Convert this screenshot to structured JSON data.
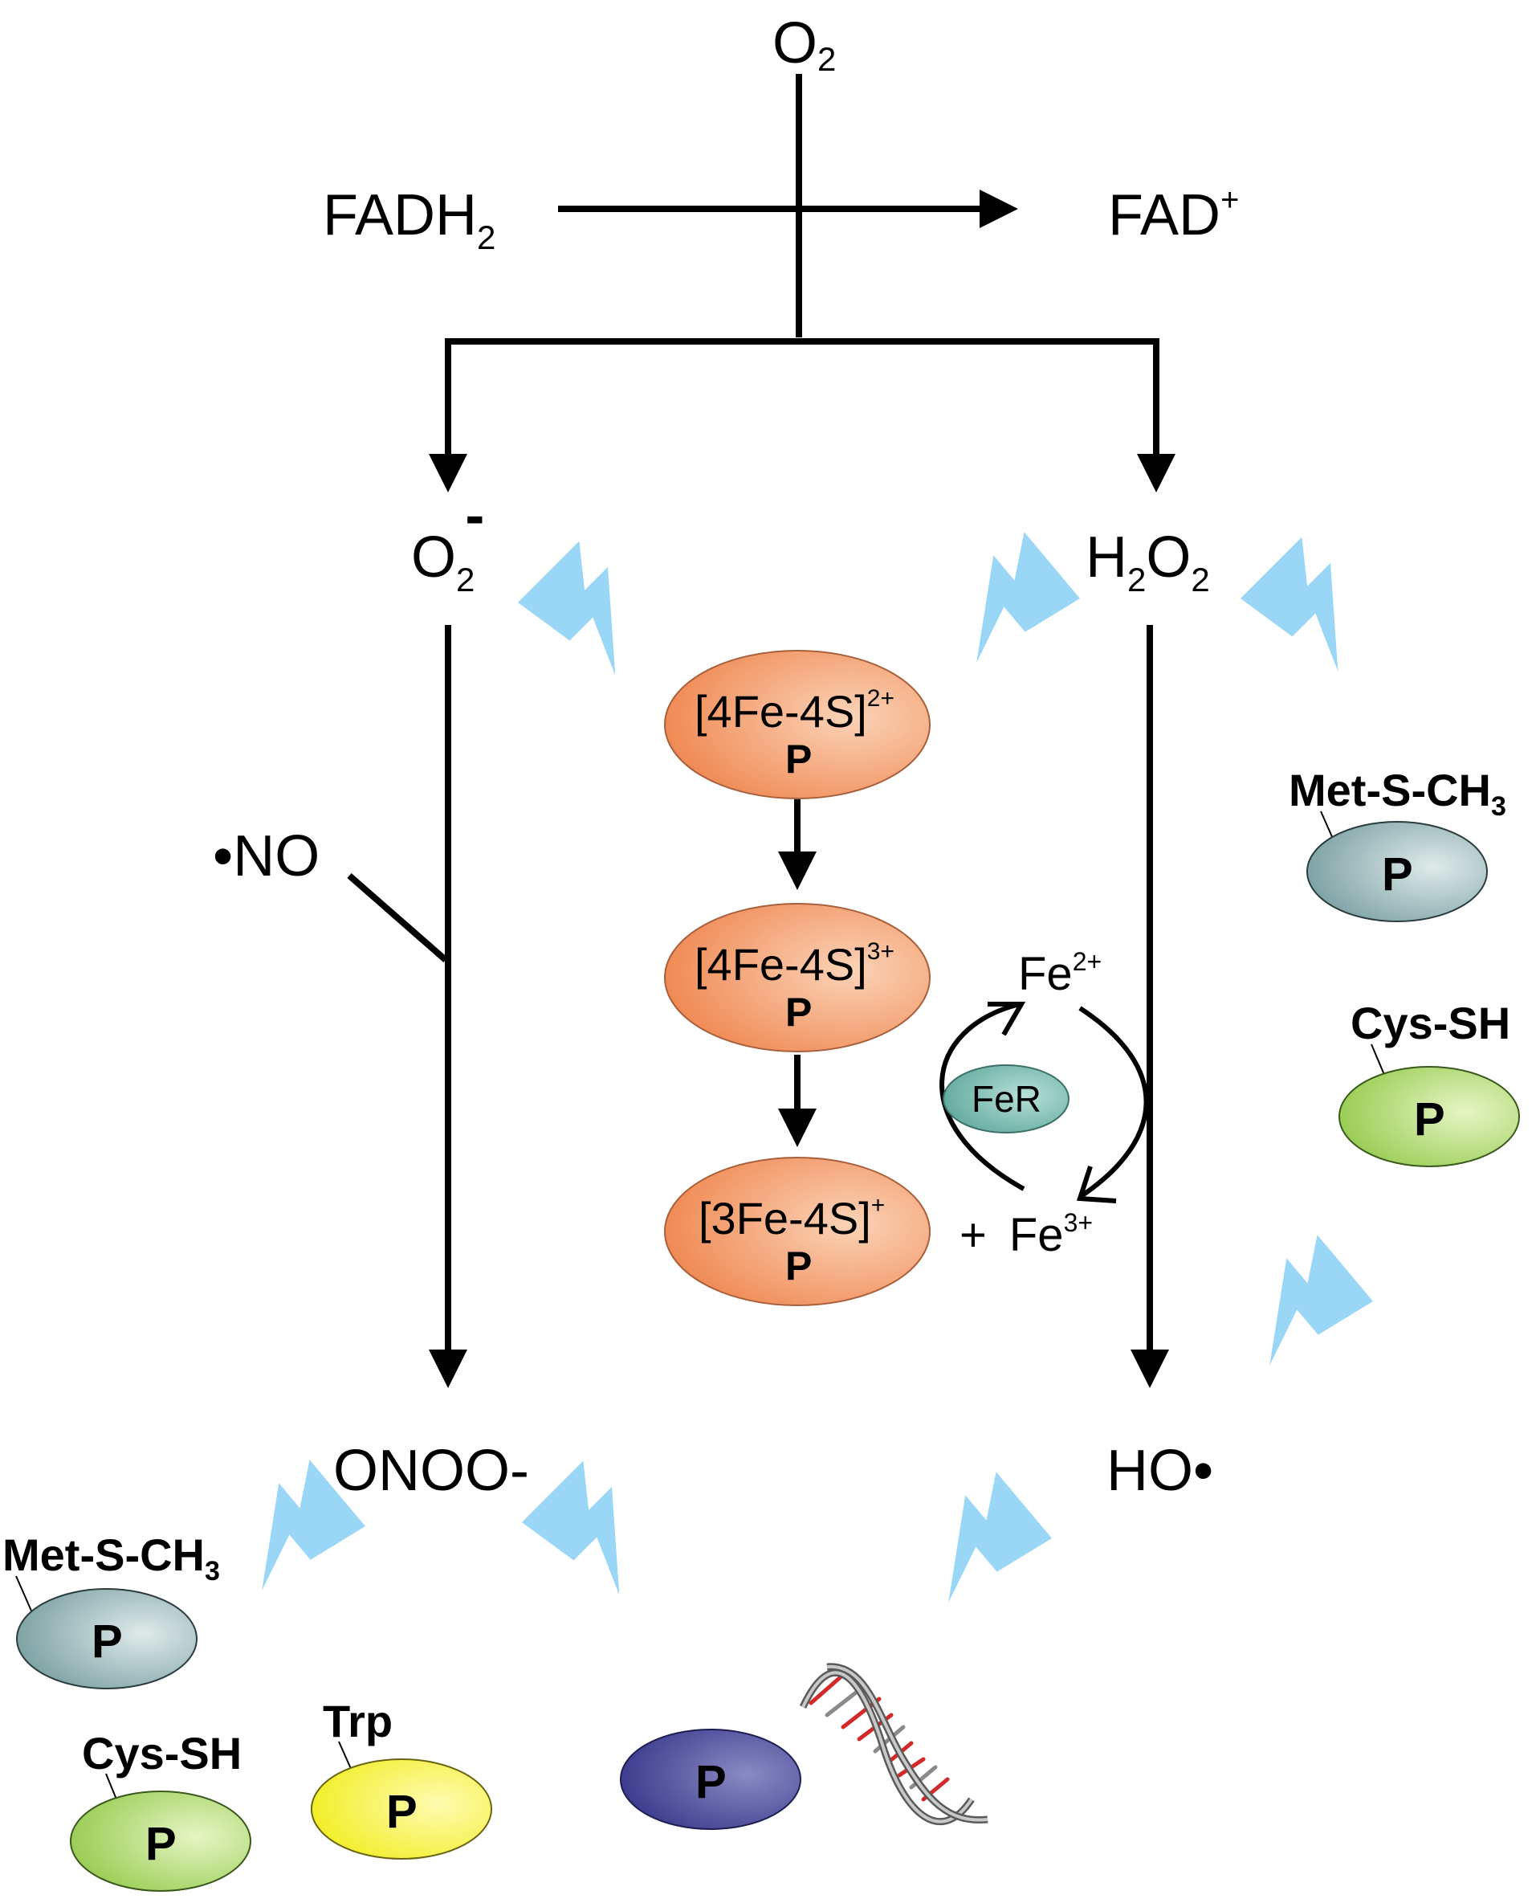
{
  "species": {
    "o2": {
      "base": "O",
      "sub": "2"
    },
    "fadh2": {
      "base": "FADH",
      "sub": "2"
    },
    "fad": {
      "base": "FAD",
      "sup": "+"
    },
    "superoxide": {
      "base": "O",
      "sub": "2",
      "sup": "-"
    },
    "h2o2": {
      "a": "H",
      "sub1": "2",
      "b": "O",
      "sub2": "2"
    },
    "nitric_oxide": "•NO",
    "peroxynitrite": "ONOO-",
    "hydroxyl": "HO•",
    "fe2": {
      "base": "Fe",
      "sup": "2+"
    },
    "fe3": {
      "plus": "+",
      "base": "Fe",
      "sup": "3+"
    }
  },
  "clusters": [
    {
      "formula": "[4Fe-4S]",
      "charge": "2+",
      "protein": "P"
    },
    {
      "formula": "[4Fe-4S]",
      "charge": "3+",
      "protein": "P"
    },
    {
      "formula": "[3Fe-4S]",
      "charge": "+",
      "protein": "P"
    }
  ],
  "ferric_reductase": "FeR",
  "targets": {
    "met_right": {
      "label": "Met-S-CH",
      "sub": "3",
      "protein": "P"
    },
    "cys_right": {
      "label": "Cys-SH",
      "protein": "P"
    },
    "met_left": {
      "label": "Met-S-CH",
      "sub": "3",
      "protein": "P"
    },
    "cys_left": {
      "label": "Cys-SH",
      "protein": "P"
    },
    "trp": {
      "label": "Trp",
      "protein": "P"
    },
    "blue_protein": {
      "protein": "P"
    }
  },
  "colors": {
    "arrow": "#000000",
    "lightning": "#8fd3f5",
    "cluster": "#f08a55",
    "met": "#7fa3a6",
    "cys": "#9acd55",
    "trp": "#f2ee2a",
    "blue_protein": "#3d3d8e",
    "fer": "#5fa89c",
    "dna_red": "#d22a2a",
    "dna_gray": "#8a8a8a"
  },
  "icons": [
    "lightning-bolt-icon",
    "dna-helix-icon"
  ]
}
